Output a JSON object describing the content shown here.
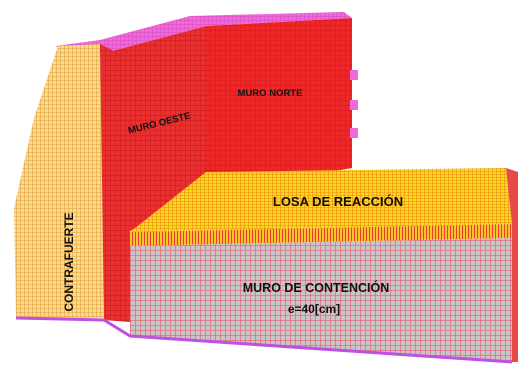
{
  "labels": {
    "contrafuerte": "CONTRAFUERTE",
    "muro_oeste": "MURO OESTE",
    "muro_norte": "MURO NORTE",
    "losa": "LOSA DE REACCIÓN",
    "muro_contencion": "MURO DE CONTENCIÓN",
    "espesor": "e=40[cm]"
  },
  "colors": {
    "contrafuerte": "#f5dd8c",
    "contrafuerte_grid": "#e8a040",
    "muro_oeste": "#e83030",
    "muro_norte": "#ee2828",
    "wall_top": "#ee6ad8",
    "losa_top": "#f8d820",
    "losa_top_grid": "#f08a10",
    "losa_edge": "#f05a30",
    "muro_contencion": "#c8c4c8",
    "muro_contencion_grid": "#e85060",
    "base_line": "#c050e0"
  }
}
